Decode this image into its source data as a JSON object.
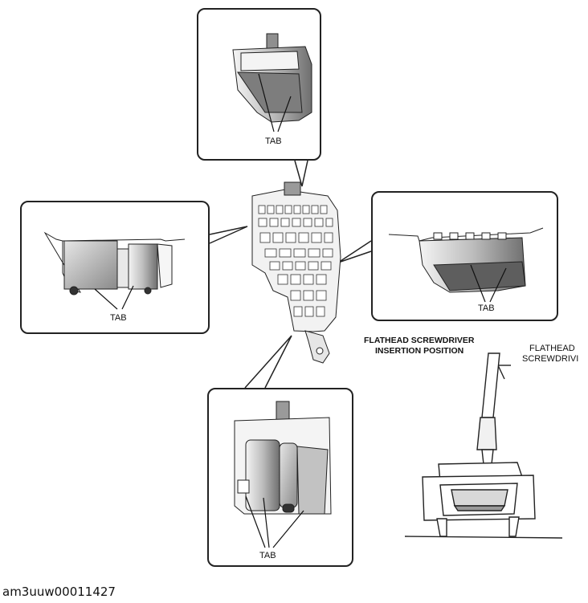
{
  "labels": {
    "tab_top": "TAB",
    "tab_left": "TAB",
    "tab_right": "TAB",
    "tab_bottom": "TAB",
    "insertion_line1": "FLATHEAD SCREWDRIVER",
    "insertion_line2": "INSERTION POSITION",
    "screwdriver_line1": "FLATHEAD",
    "screwdriver_line2": "SCREWDRIVI"
  },
  "figure_code": "am3uuw00011427",
  "icons": {
    "center": "fuse-junction-box-icon",
    "callout_tabs": "connector-tab-icon",
    "tool": "flathead-screwdriver-icon"
  }
}
